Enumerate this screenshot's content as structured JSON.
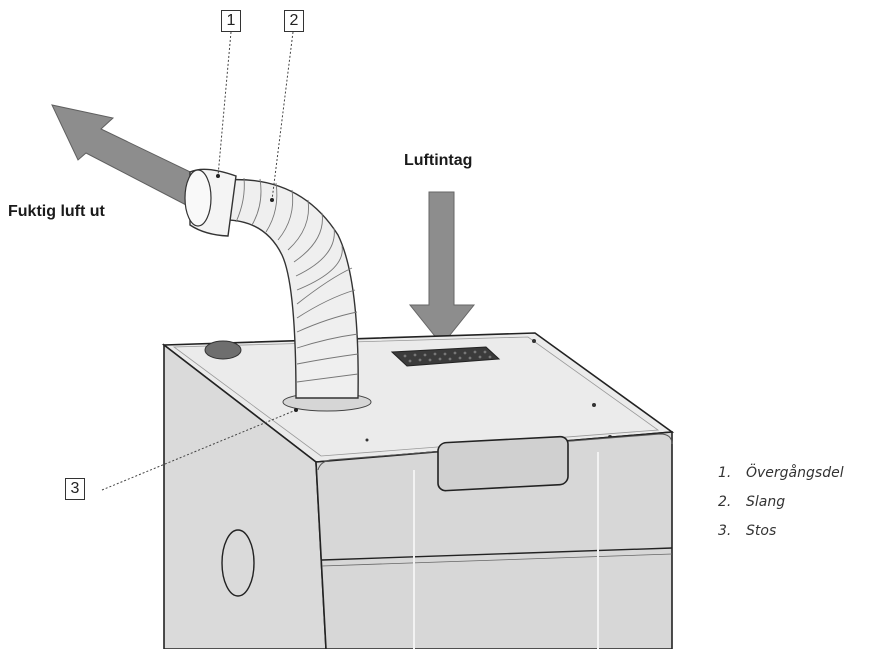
{
  "callouts": [
    {
      "number": "1"
    },
    {
      "number": "2"
    },
    {
      "number": "3"
    }
  ],
  "labels": {
    "humid_air_out": "Fuktig luft ut",
    "air_intake": "Luftintag"
  },
  "legend": [
    {
      "number": "1.",
      "text": "Övergångsdel"
    },
    {
      "number": "2.",
      "text": "Slang"
    },
    {
      "number": "3.",
      "text": "Stos"
    }
  ],
  "colors": {
    "arrow": "#8a8a8a",
    "body_panel": "#d9d9d9",
    "body_top": "#e8e8e8",
    "outline": "#222222",
    "hose": "#efefef"
  }
}
